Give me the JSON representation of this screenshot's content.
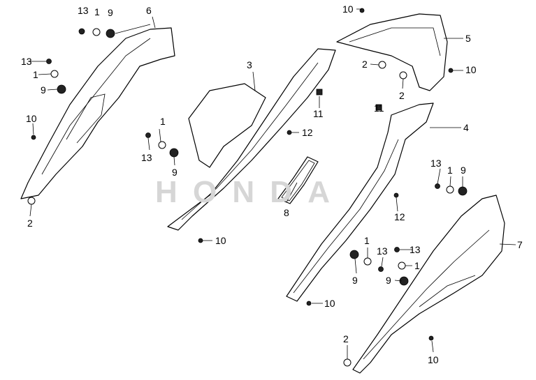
{
  "diagram": {
    "type": "exploded parts diagram",
    "watermark": "HONDA",
    "callouts": [
      "13",
      "1",
      "9",
      "6",
      "13",
      "1",
      "9",
      "10",
      "2",
      "3",
      "1",
      "13",
      "9",
      "12",
      "11",
      "8",
      "10",
      "10",
      "5",
      "2",
      "2",
      "10",
      "11",
      "4",
      "12",
      "13",
      "1",
      "9",
      "7",
      "1",
      "13",
      "13",
      "1",
      "9",
      "9",
      "10",
      "2",
      "10"
    ]
  }
}
